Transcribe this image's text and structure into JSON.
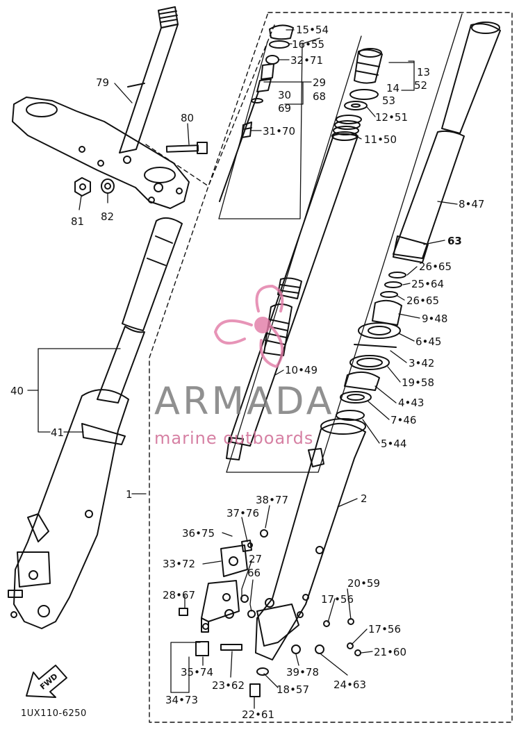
{
  "diagram_code": "1UX110-6250",
  "fwd_label": "FWD",
  "watermark": {
    "brand": "ARMADA",
    "sub": "marine outboards"
  },
  "colors": {
    "line": "#111111",
    "watermark_pink": "#e27aa6",
    "watermark_grey": "#7d7d7d"
  },
  "callouts": {
    "c79": "79",
    "c80": "80",
    "c81": "81",
    "c82": "82",
    "c40": "40",
    "c41": "41",
    "c1": "1",
    "c2": "2",
    "c15": "15•54",
    "c16": "16•55",
    "c32": "32•71",
    "c29": "29",
    "c68": "68",
    "c30": "30",
    "c69": "69",
    "c31": "31•70",
    "c13": "13",
    "c52": "52",
    "c14": "14",
    "c53": "53",
    "c12": "12•51",
    "c11": "11•50",
    "c8": "8•47",
    "c63": "63",
    "c26a": "26•65",
    "c25": "25•64",
    "c26b": "26•65",
    "c9": "9•48",
    "c6": "6•45",
    "c3": "3•42",
    "c19": "19•58",
    "c4": "4•43",
    "c7": "7•46",
    "c5": "5•44",
    "c10": "10•49",
    "c38": "38•77",
    "c37": "37•76",
    "c36": "36•75",
    "c33": "33•72",
    "c27": "27",
    "c66": "66",
    "c28": "28•67",
    "c20": "20•59",
    "c17a": "17•56",
    "c17b": "17•56",
    "c21": "21•60",
    "c35": "35•74",
    "c23": "23•62",
    "c39": "39•78",
    "c24": "24•63",
    "c18": "18•57",
    "c34": "34•73",
    "c22": "22•61"
  }
}
